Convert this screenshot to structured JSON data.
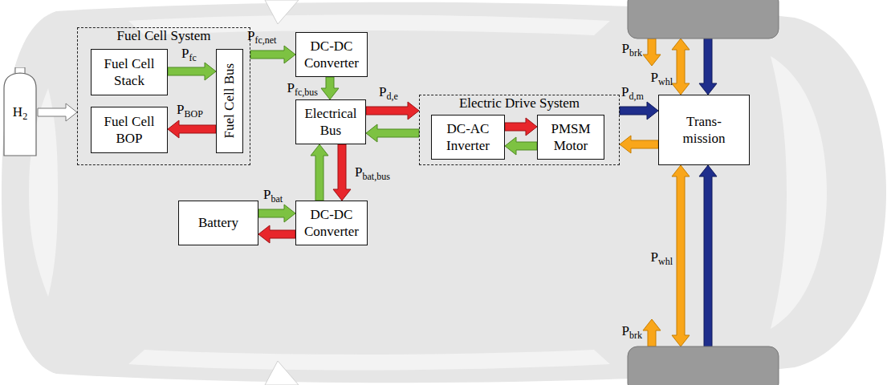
{
  "diagram": {
    "nodes": [
      {
        "text": [
          "H2"
        ]
      },
      {
        "text": [
          "Fuel Cell System"
        ]
      },
      {
        "text": [
          "Fuel Cell Stack"
        ],
        "in": 1
      },
      {
        "text": [
          "Fuel Cell BOP"
        ],
        "in": 1
      },
      {
        "text": [
          "Fuel Cell Bus"
        ],
        "in": 1
      },
      {
        "text": [
          "DC-DC Converter"
        ]
      },
      {
        "text": [
          "Electrical Bus"
        ]
      },
      {
        "text": [
          "Battery"
        ]
      },
      {
        "text": [
          "DC-DC Converter"
        ]
      },
      {
        "text": [
          "Electric Drive System"
        ]
      },
      {
        "text": [
          "DC-AC Inverter"
        ],
        "in": 9
      },
      {
        "text": [
          "PMSM Motor"
        ],
        "in": 9
      },
      {
        "text": [
          "Trans- mission"
        ]
      }
    ],
    "edges": [
      {
        "from": 0,
        "to": 1,
        "arrow": "to"
      },
      {
        "from": 2,
        "to": 4,
        "label": "Pfc",
        "arrow": "to"
      },
      {
        "from": 4,
        "to": 3,
        "label": "PBOP",
        "arrow": "to"
      },
      {
        "from": 1,
        "to": 5,
        "label": "Pfc,net",
        "arrow": "to"
      },
      {
        "from": 5,
        "to": 6,
        "label": "Pfc,bus",
        "arrow": "to"
      },
      {
        "from": 6,
        "to": 9,
        "label": "Pd,e",
        "arrow": "to"
      },
      {
        "from": 9,
        "to": 6,
        "arrow": "to"
      },
      {
        "from": 7,
        "to": 8,
        "label": "Pbat",
        "arrow": "to"
      },
      {
        "from": 8,
        "to": 7,
        "arrow": "to"
      },
      {
        "from": 8,
        "to": 6,
        "arrow": "to"
      },
      {
        "from": 6,
        "to": 8,
        "label": "Pbat,bus",
        "arrow": "to"
      },
      {
        "from": 10,
        "to": 11,
        "arrow": "to"
      },
      {
        "from": 11,
        "to": 10,
        "arrow": "to"
      },
      {
        "from": 9,
        "to": 12,
        "label": "Pd,m",
        "arrow": "to"
      },
      {
        "from": 12,
        "to": 9,
        "arrow": "to"
      }
    ],
    "labels": [
      "Pbrk",
      "Pwhl",
      "Pwhl",
      "Pbrk"
    ]
  }
}
